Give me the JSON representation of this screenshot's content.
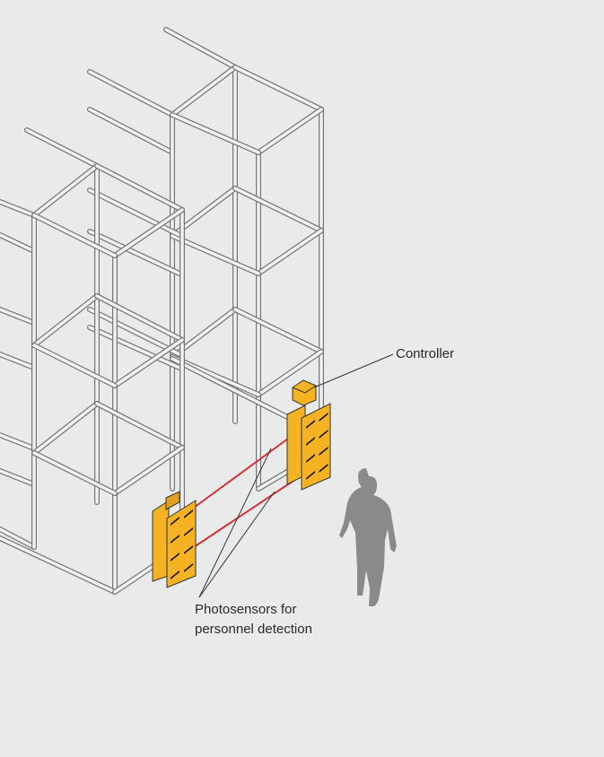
{
  "labels": {
    "controller": "Controller",
    "photosensors_line1": "Photosensors for",
    "photosensors_line2": "personnel detection"
  },
  "colors": {
    "background": "#e9eaea",
    "rack": "#9a9a9a",
    "sensor": "#f5b324",
    "beam": "#d0333a",
    "person": "#8a8a8a"
  }
}
